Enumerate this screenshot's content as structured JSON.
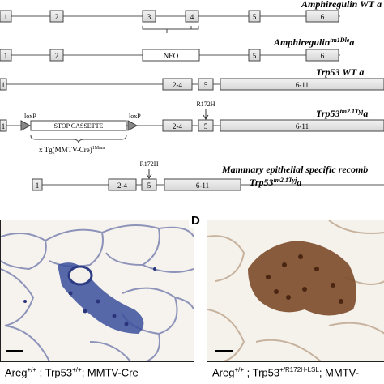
{
  "alleles": [
    {
      "label": "Amphiregulin WT a",
      "exons": [
        "1",
        "2",
        "3",
        "4",
        "5",
        "6"
      ]
    },
    {
      "label": "Amphiregulin",
      "label_sup": "tm1Dle",
      "label_suffix": "a",
      "exons": [
        "1",
        "2",
        "NEO",
        "5",
        "6"
      ]
    },
    {
      "label": "Trp53 WT a",
      "exons": [
        "1",
        "2-4",
        "5",
        "6-11"
      ]
    },
    {
      "label": "Trp53",
      "label_sup": "tm2.1Tyj",
      "label_suffix": "a",
      "exons": [
        "1",
        "STOP CASSETTE",
        "2-4",
        "5",
        "6-11"
      ],
      "loxp_left": "loxP",
      "loxp_right": "loxP",
      "mutation": "R172H",
      "cre_text": "x Tg(MMTV-Cre)",
      "cre_sup": "1Mam"
    },
    {
      "label": "Mammary epithelial specific recomb",
      "label2": "Trp53",
      "label2_sup": "tm2.1Tyj",
      "label2_suffix": "a",
      "exons": [
        "1",
        "2-4",
        "5",
        "6-11"
      ],
      "mutation": "R172H"
    }
  ],
  "panels": {
    "d_letter": "D",
    "c_caption": {
      "a": "Areg",
      "a_sup": "+/+",
      "b": " ; Trp53",
      "b_sup": "+/+",
      "c": "; MMTV-Cre"
    },
    "d_caption": {
      "a": "Areg",
      "a_sup": "+/+",
      "b": " ; Trp53",
      "b_sup": "+/R172H-LSL",
      "c": "; MMTV-"
    }
  }
}
